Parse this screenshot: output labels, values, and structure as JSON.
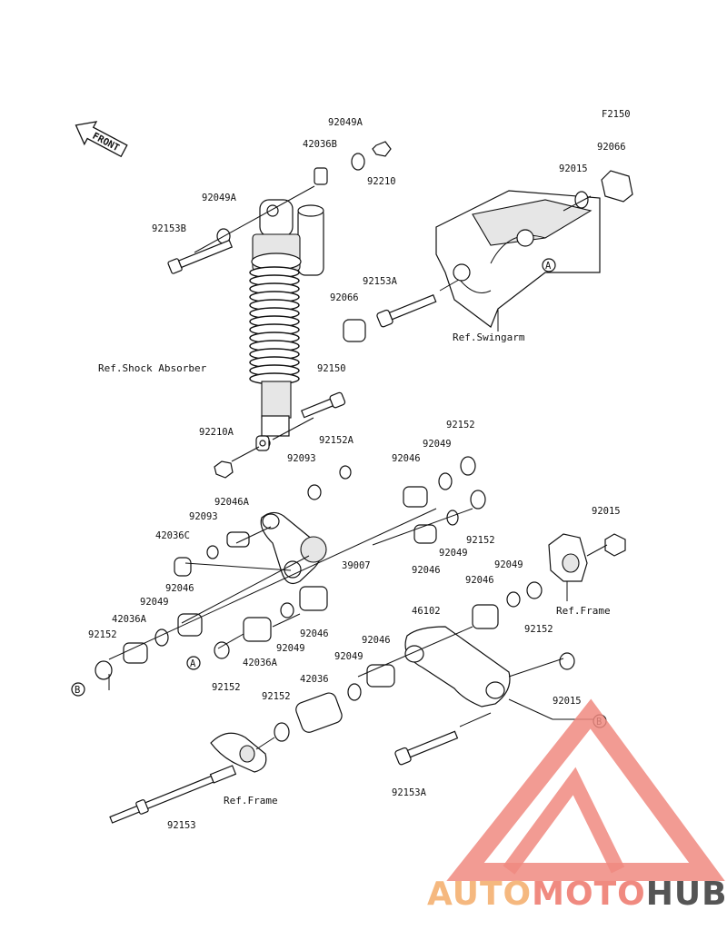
{
  "figure_code": "F2150",
  "front_label": "FRONT",
  "refs": {
    "shock": "Ref.Shock Absorber",
    "swingarm": "Ref.Swingarm",
    "frame_right": "Ref.Frame",
    "frame_bottom": "Ref.Frame"
  },
  "markers": {
    "a1": "A",
    "a2": "A",
    "b1": "B",
    "b2": "B"
  },
  "labels": {
    "p92049A_top": "92049A",
    "p42036B": "42036B",
    "p92210": "92210",
    "p92066_top": "92066",
    "p92015_top": "92015",
    "p92049A_left": "92049A",
    "p92153B": "92153B",
    "p92153A_mid": "92153A",
    "p92066_mid": "92066",
    "p92150": "92150",
    "p92210A": "92210A",
    "p92152A": "92152A",
    "p92093_a": "92093",
    "p92046_a": "92046",
    "p92049_a": "92049",
    "p92152_a": "92152",
    "p92046A": "92046A",
    "p92093_b": "92093",
    "p42036C": "42036C",
    "p92152_b": "92152",
    "p92049_b": "92049",
    "p92046_b": "92046",
    "p39007": "39007",
    "p92015_r": "92015",
    "p92049_c": "92049",
    "p92046_c": "92046",
    "p92152_c": "92152",
    "p46102": "46102",
    "p92046_d": "92046",
    "p92049_d": "92049",
    "p42036A_l": "42036A",
    "p92152_l": "92152",
    "p92046_e": "92046",
    "p92049_e": "92049",
    "p42036A_m": "42036A",
    "p92152_m": "92152",
    "p92046_f": "92046",
    "p92049_f": "92049",
    "p42036": "42036",
    "p92152_n": "92152",
    "p92015_b": "92015",
    "p92153A_b": "92153A",
    "p92153": "92153"
  },
  "brand": {
    "part1": "AUTO",
    "part2": "MOTO",
    "part3": "HUB"
  },
  "colors": {
    "brand_orange": "#f5b87f",
    "brand_red": "#f08a80",
    "brand_gray": "#555555"
  }
}
